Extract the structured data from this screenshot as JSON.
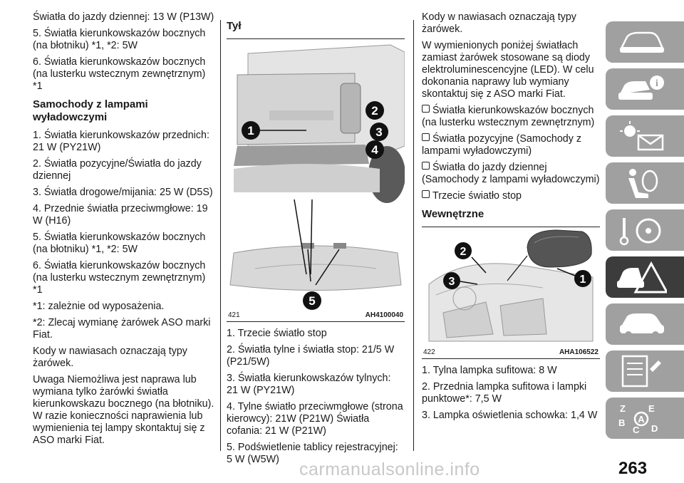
{
  "col1": {
    "lines": [
      "Światła do jazdy dziennej: 13 W (P13W)",
      "5. Światła kierunkowskazów bocznych (na błotniku) *1, *2: 5W",
      "6. Światła kierunkowskazów bocznych (na lusterku wstecznym zewnętrznym) *1"
    ],
    "heading": "Samochody z lampami wyładowczymi",
    "items": [
      "1. Światła kierunkowskazów przednich: 21 W (PY21W)",
      "2. Światła pozycyjne/Światła do jazdy dziennej",
      "3. Światła drogowe/mijania: 25 W (D5S)",
      "4. Przednie światła przeciwmgłowe: 19 W (H16)",
      "5. Światła kierunkowskazów bocznych (na błotniku) *1, *2: 5W",
      "6. Światła kierunkowskazów bocznych (na lusterku wstecznym zewnętrznym) *1",
      "*1: zależnie od wyposażenia.",
      "*2: Zlecaj wymianę żarówek ASO marki Fiat.",
      "Kody w nawiasach oznaczają typy żarówek.",
      "Uwaga  Niemożliwa jest naprawa lub wymiana tylko żarówki światła kierunkowskazu bocznego (na błotniku). W razie konieczności naprawienia lub wymienienia tej lampy skontaktuj się z ASO marki Fiat."
    ]
  },
  "col2": {
    "heading": "Tył",
    "figure": {
      "num": "421",
      "code": "AH4100040",
      "callouts": [
        "1",
        "2",
        "3",
        "4",
        "5"
      ]
    },
    "items": [
      "1. Trzecie światło stop",
      "2. Światła tylne i światła stop: 21/5 W (P21/5W)",
      "3. Światła kierunkowskazów tylnych: 21 W (PY21W)",
      "4. Tylne światło przeciwmgłowe (strona kierowcy): 21W (P21W) Światła cofania: 21 W (P21W)",
      "5. Podświetlenie tablicy rejestracyjnej: 5 W (W5W)"
    ]
  },
  "col3": {
    "intro": [
      "Kody w nawiasach oznaczają typy żarówek.",
      "W wymienionych poniżej światłach zamiast żarówek stosowane są diody elektroluminescencyjne (LED). W celu dokonania naprawy lub wymiany skontaktuj się z ASO marki Fiat."
    ],
    "led_items": [
      "Światła kierunkowskazów bocznych (na lusterku wstecznym zewnętrznym)",
      "Światła pozycyjne (Samochody z lampami wyładowczymi)",
      "Światła do jazdy dziennej (Samochody z lampami wyładowczymi)",
      "Trzecie światło stop"
    ],
    "heading": "Wewnętrzne",
    "figure": {
      "num": "422",
      "code": "AHA106522",
      "callouts": [
        "1",
        "2",
        "3"
      ]
    },
    "items": [
      "1. Tylna lampka sufitowa: 8 W",
      "2. Przednia lampka sufitowa i lampki punktowe*: 7,5 W",
      "3. Lampka oświetlenia schowka: 1,4 W"
    ]
  },
  "page_number": "263",
  "watermark": "carmanualsonline.info",
  "tabs": [
    {
      "icon": "car-window-icon",
      "active": false
    },
    {
      "icon": "car-info-icon",
      "active": false
    },
    {
      "icon": "warning-lights-icon",
      "active": false
    },
    {
      "icon": "airbag-seat-icon",
      "active": false
    },
    {
      "icon": "steering-wheel-icon",
      "active": false
    },
    {
      "icon": "car-breakdown-icon",
      "active": true
    },
    {
      "icon": "car-service-icon",
      "active": false
    },
    {
      "icon": "specs-list-icon",
      "active": false
    },
    {
      "icon": "index-az-icon",
      "active": false
    }
  ],
  "colors": {
    "tab": "#a0a0a0",
    "tab_active": "#3c3c3c",
    "text": "#1a1a1a"
  }
}
